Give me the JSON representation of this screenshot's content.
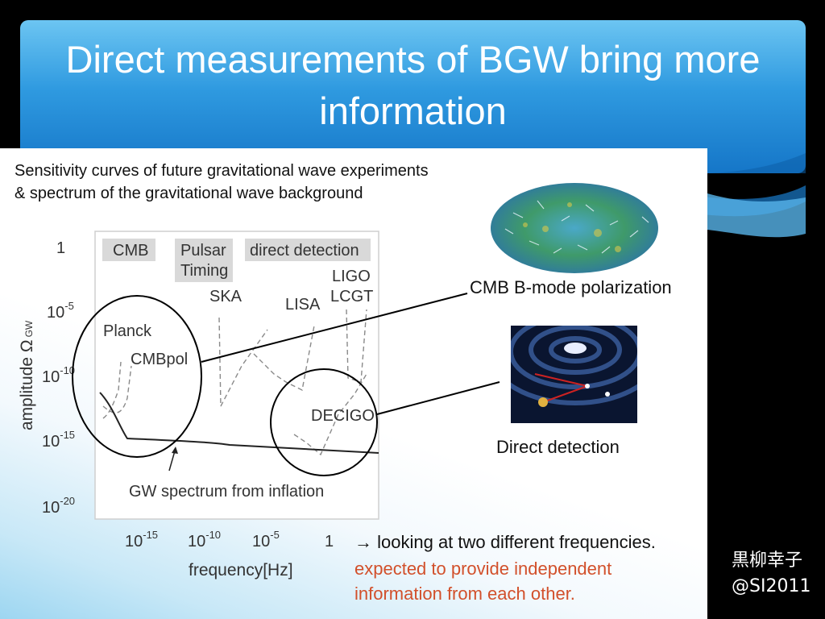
{
  "slide": {
    "title": "Direct measurements of  BGW bring more information",
    "credit_name": "黒柳幸子",
    "credit_handle": "@SI2011"
  },
  "figure": {
    "caption_line1": "Sensitivity curves of future gravitational wave experiments",
    "caption_line2": "& spectrum of the gravitational wave background",
    "ylabel": "amplitude Ω",
    "ylabel_sub": "GW",
    "xlabel": "frequency[Hz]",
    "y_ticks": [
      {
        "base": "1",
        "exp": ""
      },
      {
        "base": "10",
        "exp": "-5"
      },
      {
        "base": "10",
        "exp": "-10"
      },
      {
        "base": "10",
        "exp": "-15"
      },
      {
        "base": "10",
        "exp": "-20"
      }
    ],
    "x_ticks": [
      {
        "base": "10",
        "exp": "-15"
      },
      {
        "base": "10",
        "exp": "-10"
      },
      {
        "base": "10",
        "exp": "-5"
      },
      {
        "base": "1",
        "exp": ""
      }
    ],
    "box_cmb": "CMB",
    "box_pulsar_1": "Pulsar",
    "box_pulsar_2": "Timing",
    "box_direct": "direct detection",
    "label_ska": "SKA",
    "label_lisa": "LISA",
    "label_ligo": "LIGO",
    "label_lcgt": "LCGT",
    "label_planck": "Planck",
    "label_cmbpol": "CMBpol",
    "label_decigo": "DECIGO",
    "label_spectrum": "GW spectrum from inflation"
  },
  "right": {
    "cmb_label": "CMB B-mode polarization",
    "direct_label": "Direct detection"
  },
  "notes": {
    "line1": "→ looking at two different frequencies.",
    "line2": "expected to provide independent information from each other."
  },
  "colors": {
    "title_bar": "#2f9ae0",
    "note_red": "#d2502b"
  }
}
